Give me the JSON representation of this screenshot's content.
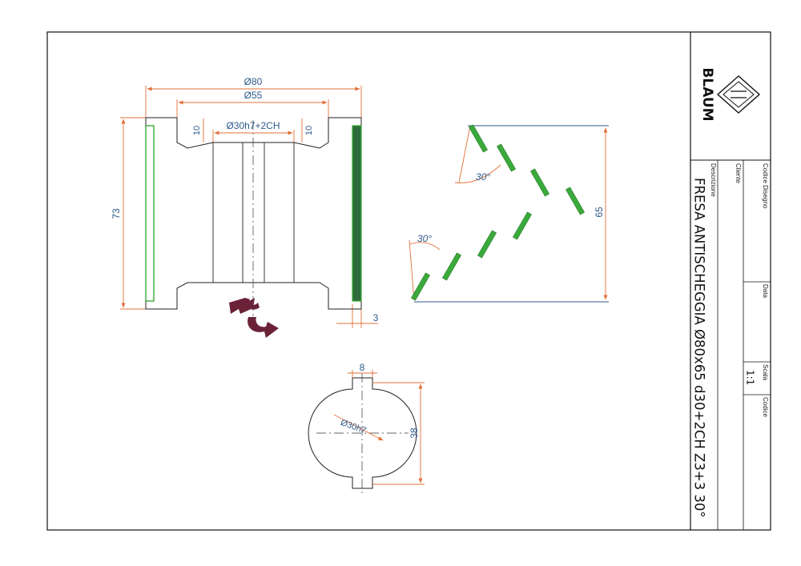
{
  "drawing": {
    "front_view": {
      "outer_diameter": "Ø80",
      "hub_diameter": "Ø55",
      "bore": "Ø30h7+2CH",
      "left_step": "10",
      "right_step": "10",
      "height": "73",
      "edge_width": "3"
    },
    "knife_layout": {
      "angle_top": "30°",
      "angle_bottom": "30°",
      "cut_length": "65"
    },
    "section_view": {
      "keyway_width": "8",
      "bore": "Ø30h7",
      "key_height": "38"
    }
  },
  "title_block": {
    "brand": "BLAUM",
    "drawing_code_label": "Codice Disegno",
    "client_label": "Cliente",
    "description_label": "Descrizione",
    "description": "FRESA ANTISCHEGGIA  Ø80x65 d30+2CH Z3+3 30°",
    "date_label": "Data",
    "scale_label": "Scala",
    "scale_value": "1:1",
    "code_label": "Codice"
  },
  "colors": {
    "dimension": "#2f5a8a",
    "extension": "#e2703a",
    "knife": "#3aaa3a",
    "rotation_arrow": "#6b2238"
  }
}
